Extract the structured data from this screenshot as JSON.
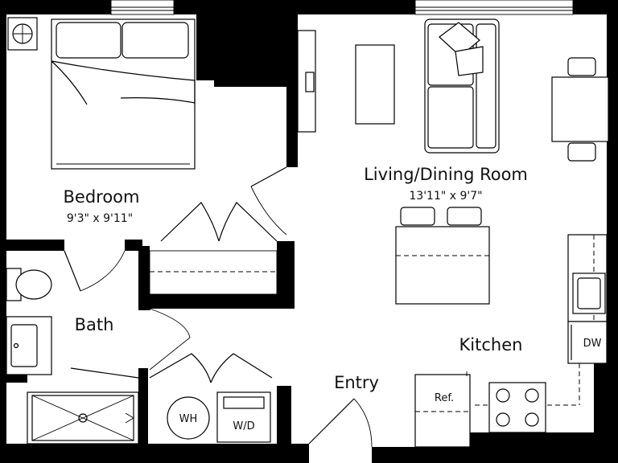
{
  "rooms": {
    "bedroom": {
      "name": "Bedroom",
      "size": "9'3\" x 9'11\""
    },
    "living": {
      "name": "Living/Dining Room",
      "size": "13'11\" x 9'7\""
    },
    "bath": {
      "name": "Bath"
    },
    "kitchen": {
      "name": "Kitchen"
    },
    "entry": {
      "name": "Entry"
    }
  },
  "fixtures": {
    "dishwasher": "DW",
    "refrigerator": "Ref.",
    "water_heater": "WH",
    "washer_dryer": "W/D"
  },
  "colors": {
    "wall": "#000000",
    "background": "#ffffff"
  }
}
